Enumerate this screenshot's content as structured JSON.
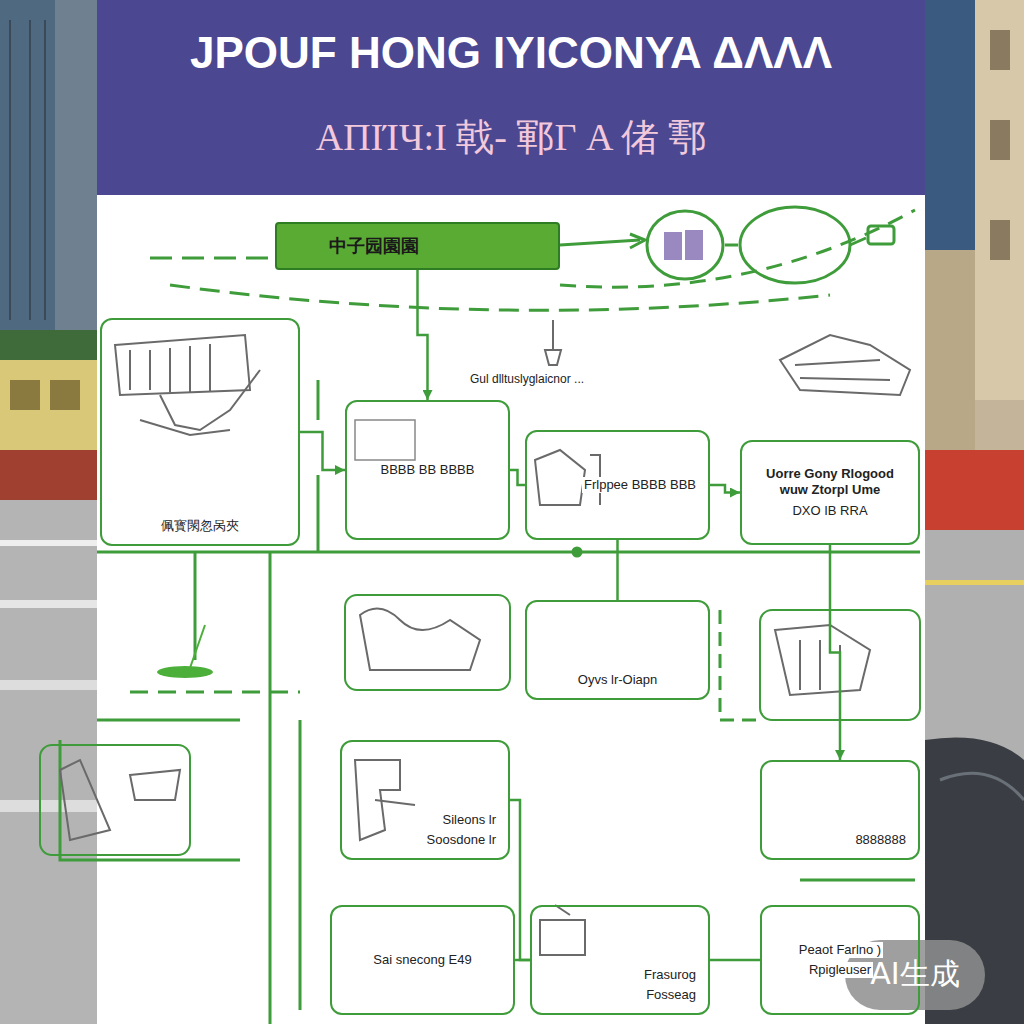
{
  "diagram": {
    "title": "JPOUF HONG IYICONYA ΔΛΛΛ",
    "nodes": [
      {
        "text": [
          "中子园園園"
        ]
      },
      {
        "text": [
          "佩寳閖忽呙夾"
        ]
      },
      {
        "text": [
          "BBBB BB BBBB"
        ]
      },
      {
        "text": [
          "Frlppee BBBB BBB"
        ]
      },
      {
        "text": [
          "Uorre Gony Rlogood wuw Ztorpl Ume",
          "DXO IB RRA"
        ]
      },
      {
        "text": [
          "Oyvs lr-Oiapn"
        ]
      },
      {
        "text": [
          "Sileons lr",
          "Soosdone lr"
        ]
      },
      {
        "text": [
          "8888888"
        ]
      },
      {
        "text": [
          "Sai snecong E49"
        ]
      },
      {
        "text": [
          "Frasurog",
          "Fosseag"
        ]
      },
      {
        "text": [
          "Peaot Farlno )",
          "Rpigleuser"
        ]
      }
    ],
    "edges": [
      {
        "from": 0,
        "to": 2,
        "arrow": "to"
      },
      {
        "from": 1,
        "to": 2,
        "arrow": "to"
      },
      {
        "from": 2,
        "to": 3,
        "arrow": "none"
      },
      {
        "from": 3,
        "to": 4,
        "arrow": "to"
      },
      {
        "from": 3,
        "to": 5,
        "arrow": "none"
      },
      {
        "from": 4,
        "to": 7,
        "arrow": "to"
      },
      {
        "from": 6,
        "to": 9,
        "arrow": "none"
      },
      {
        "from": 8,
        "to": 9,
        "arrow": "none"
      },
      {
        "from": 9,
        "to": 10,
        "arrow": "none"
      }
    ],
    "labels": [
      "AΠΙΊЧ:Ι 戟- 鄆Γ A 偖 鄠",
      "Gul dlltuslyglaicnor ...",
      "AI生成"
    ]
  }
}
